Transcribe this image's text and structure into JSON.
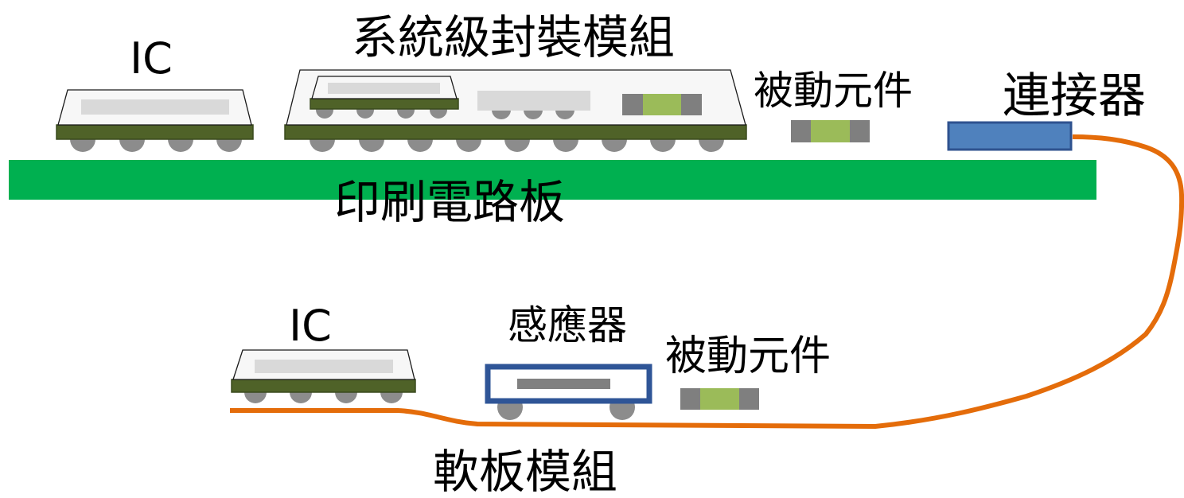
{
  "labels": {
    "top_ic": "IC",
    "sip_module": "系統級封裝模組",
    "top_passive": "被動元件",
    "connector": "連接器",
    "pcb": "印刷電路板",
    "bottom_ic": "IC",
    "sensor": "感應器",
    "bottom_passive": "被動元件",
    "flex_module": "軟板模組"
  },
  "colors": {
    "pcb": "#00b050",
    "substrate": "#4f6228",
    "substrate_edge": "#3a4a1e",
    "ball": "#8c8c8c",
    "chip_body": "#f7f7f7",
    "die": "#d9d9d9",
    "passive_end": "#7f7f7f",
    "passive_mid": "#9bbb59",
    "connector_fill": "#4f81bd",
    "connector_edge": "#2f528f",
    "flex_cable": "#e46c0a",
    "sensor_frame": "#2f5597",
    "sensor_die": "#808080"
  }
}
